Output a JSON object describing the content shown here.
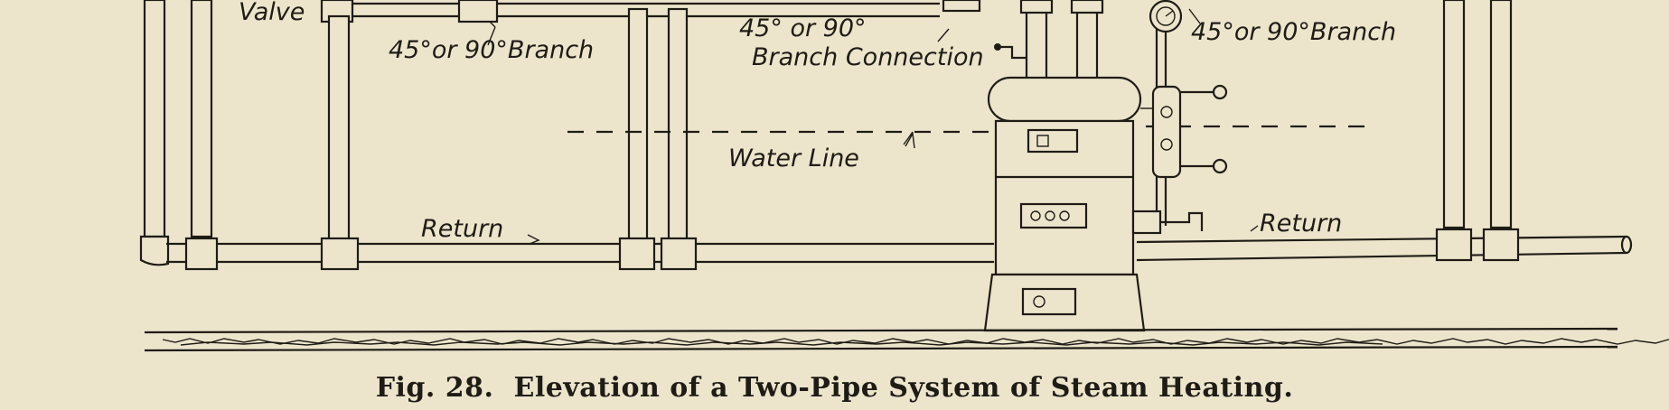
{
  "labels": {
    "valve": "Valve",
    "branch_left": "45°or 90°Branch",
    "branch_connection_top": "45° or 90°",
    "branch_connection_bottom": "Branch Connection",
    "branch_right": "45°or 90°Branch",
    "water_line": "Water Line",
    "return_left": "Return",
    "return_right": "Return"
  },
  "caption": {
    "fig": "Fig. 28.",
    "title": "Elevation of a Two-Pipe System of Steam Heating."
  }
}
